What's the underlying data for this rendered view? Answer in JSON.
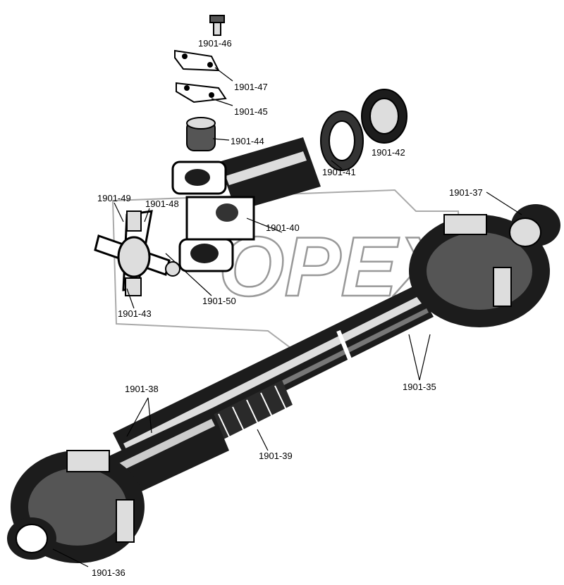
{
  "watermark": {
    "text": "OPEX",
    "color": "#999999"
  },
  "colors": {
    "ink": "#000000",
    "part_dark": "#1c1c1c",
    "part_mid": "#555555",
    "part_light": "#dddddd",
    "paper": "#ffffff"
  },
  "callouts": [
    {
      "id": "1901-46",
      "label": "1901-46"
    },
    {
      "id": "1901-47",
      "label": "1901-47"
    },
    {
      "id": "1901-45",
      "label": "1901-45"
    },
    {
      "id": "1901-44",
      "label": "1901-44"
    },
    {
      "id": "1901-42",
      "label": "1901-42"
    },
    {
      "id": "1901-41",
      "label": "1901-41"
    },
    {
      "id": "1901-37",
      "label": "1901-37"
    },
    {
      "id": "1901-49",
      "label": "1901-49"
    },
    {
      "id": "1901-48",
      "label": "1901-48"
    },
    {
      "id": "1901-40",
      "label": "1901-40"
    },
    {
      "id": "1901-50",
      "label": "1901-50"
    },
    {
      "id": "1901-43",
      "label": "1901-43"
    },
    {
      "id": "1901-35",
      "label": "1901-35"
    },
    {
      "id": "1901-38",
      "label": "1901-38"
    },
    {
      "id": "1901-39",
      "label": "1901-39"
    },
    {
      "id": "1901-36",
      "label": "1901-36"
    }
  ]
}
